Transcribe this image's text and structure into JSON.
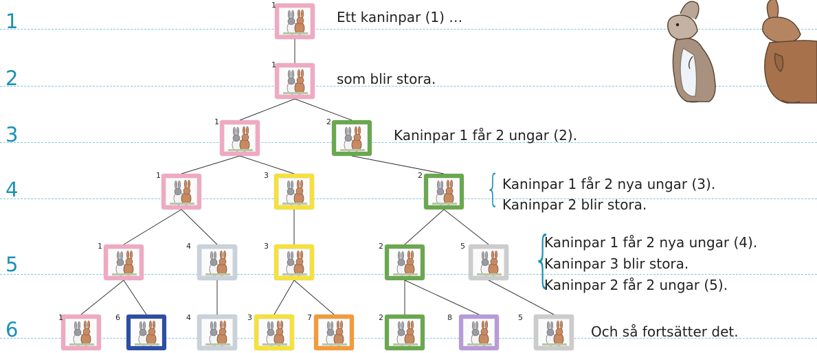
{
  "rows": [
    "1",
    "2",
    "3",
    "4",
    "5",
    "6"
  ],
  "pairs": [
    {
      "label": "1",
      "color": "#f0a9c2"
    },
    {
      "label": "1",
      "color": "#f0a9c2"
    },
    {
      "label": "1",
      "color": "#f0a9c2"
    },
    {
      "label": "2",
      "color": "#6aa84f"
    },
    {
      "label": "1",
      "color": "#f0a9c2"
    },
    {
      "label": "3",
      "color": "#f5e13a"
    },
    {
      "label": "2",
      "color": "#6aa84f"
    },
    {
      "label": "1",
      "color": "#f0a9c2"
    },
    {
      "label": "4",
      "color": "#c9d1da"
    },
    {
      "label": "3",
      "color": "#f5e13a"
    },
    {
      "label": "2",
      "color": "#6aa84f"
    },
    {
      "label": "5",
      "color": "#cccccc"
    },
    {
      "label": "1",
      "color": "#f0a9c2"
    },
    {
      "label": "6",
      "color": "#2c4fa3"
    },
    {
      "label": "4",
      "color": "#c9d1da"
    },
    {
      "label": "3",
      "color": "#f5e13a"
    },
    {
      "label": "7",
      "color": "#f39a3b"
    },
    {
      "label": "2",
      "color": "#6aa84f"
    },
    {
      "label": "8",
      "color": "#b79bd9"
    },
    {
      "label": "5",
      "color": "#cccccc"
    }
  ],
  "captions": {
    "row1": "Ett kaninpar (1) …",
    "row2": "som blir stora.",
    "row3": "Kaninpar 1 får 2 ungar (2).",
    "row4": [
      "Kaninpar 1 får 2 nya ungar (3).",
      "Kaninpar 2 blir stora."
    ],
    "row5": [
      "Kaninpar 1 får 2 nya ungar (4).",
      "Kaninpar 3 blir stora.",
      "Kaninpar 2 får 2 ungar (5)."
    ],
    "row6": "Och så fortsätter det."
  },
  "colors": {
    "accent": "#1a8fb6",
    "guide_line": "#7fc6dd"
  }
}
